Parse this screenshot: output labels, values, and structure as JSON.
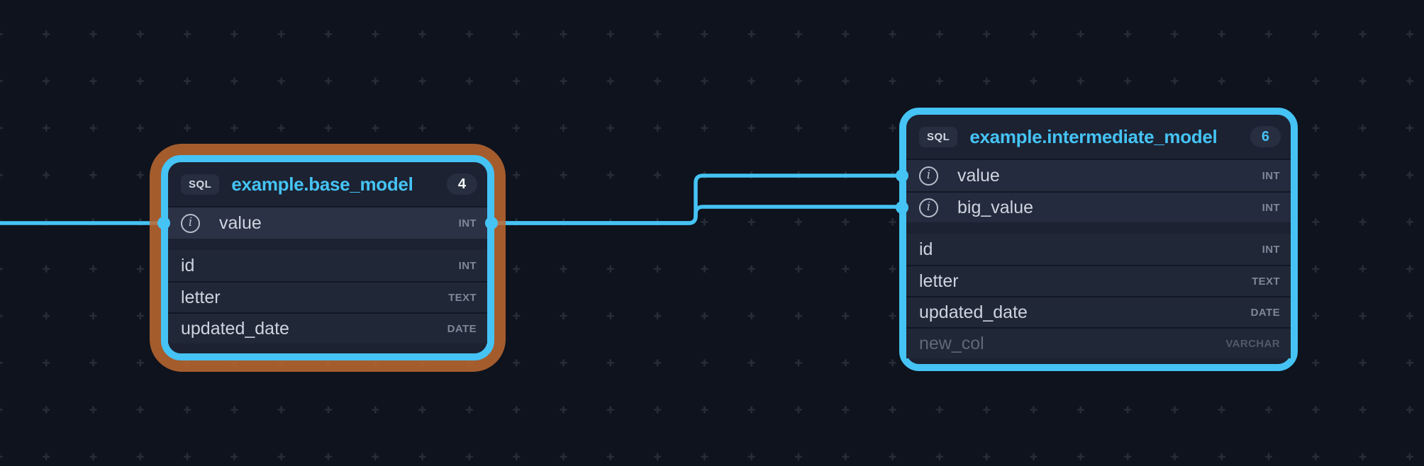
{
  "canvas": {
    "background": "#0e131d",
    "accent": "#45c3f4",
    "selection_ring_color": "#a45d2a",
    "grid_mark": "plus"
  },
  "nodes": {
    "base": {
      "kind_badge": "SQL",
      "title": "example.base_model",
      "column_count": "4",
      "selected": true,
      "lineage_columns": [
        {
          "name": "value",
          "type": "INT",
          "icon": "info-icon",
          "highlighted": true,
          "ports": [
            "left",
            "right"
          ]
        }
      ],
      "other_columns": [
        {
          "name": "id",
          "type": "INT"
        },
        {
          "name": "letter",
          "type": "TEXT"
        },
        {
          "name": "updated_date",
          "type": "DATE"
        }
      ]
    },
    "intermediate": {
      "kind_badge": "SQL",
      "title": "example.intermediate_model",
      "column_count": "6",
      "selected": false,
      "lineage_columns": [
        {
          "name": "value",
          "type": "INT",
          "icon": "info-icon",
          "ports": [
            "left"
          ]
        },
        {
          "name": "big_value",
          "type": "INT",
          "icon": "info-icon",
          "ports": [
            "left"
          ]
        }
      ],
      "other_columns": [
        {
          "name": "id",
          "type": "INT"
        },
        {
          "name": "letter",
          "type": "TEXT"
        },
        {
          "name": "updated_date",
          "type": "DATE"
        },
        {
          "name": "new_col",
          "type": "VARCHAR",
          "dim": true
        }
      ]
    }
  },
  "edges": [
    {
      "from": "offscreen-left",
      "to": "base.value"
    },
    {
      "from": "base.value",
      "to": "intermediate.value"
    },
    {
      "from": "base.value",
      "to": "intermediate.big_value"
    }
  ]
}
